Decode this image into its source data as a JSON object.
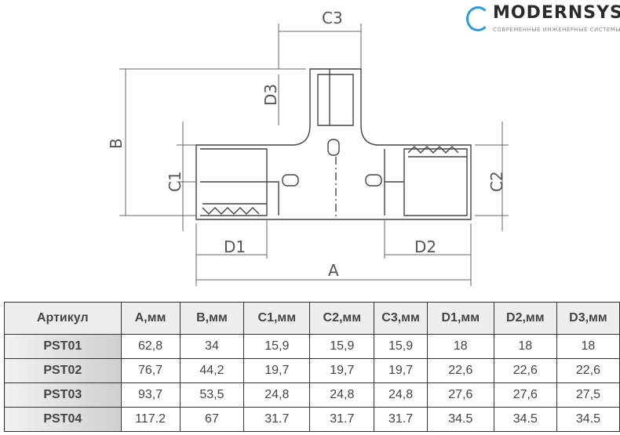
{
  "drawing": {
    "labels": {
      "A": "A",
      "B": "B",
      "C1": "C1",
      "C2": "C2",
      "C3": "C3",
      "D1": "D1",
      "D2": "D2",
      "D3": "D3"
    }
  },
  "table": {
    "headers": [
      "Артикул",
      "A,мм",
      "B,мм",
      "C1,мм",
      "C2,мм",
      "C3,мм",
      "D1,мм",
      "D2,мм",
      "D3,мм"
    ],
    "rows": [
      [
        "PST01",
        "62,8",
        "34",
        "15,9",
        "15,9",
        "15,9",
        "18",
        "18",
        "18"
      ],
      [
        "PST02",
        "76,7",
        "44,2",
        "19,7",
        "19,7",
        "19,7",
        "22,6",
        "22,6",
        "22,6"
      ],
      [
        "PST03",
        "93,7",
        "53,5",
        "24,8",
        "24,8",
        "24,8",
        "27,6",
        "27,6",
        "27,5"
      ],
      [
        "PST04",
        "117.2",
        "67",
        "31.7",
        "31.7",
        "31.7",
        "34.5",
        "34.5",
        "34.5"
      ]
    ]
  },
  "logo": {
    "name": "MODERNSYS",
    "tagline": "СОВРЕМЕННЫЕ ИНЖЕНЕРНЫЕ СИСТЕМЫ"
  }
}
